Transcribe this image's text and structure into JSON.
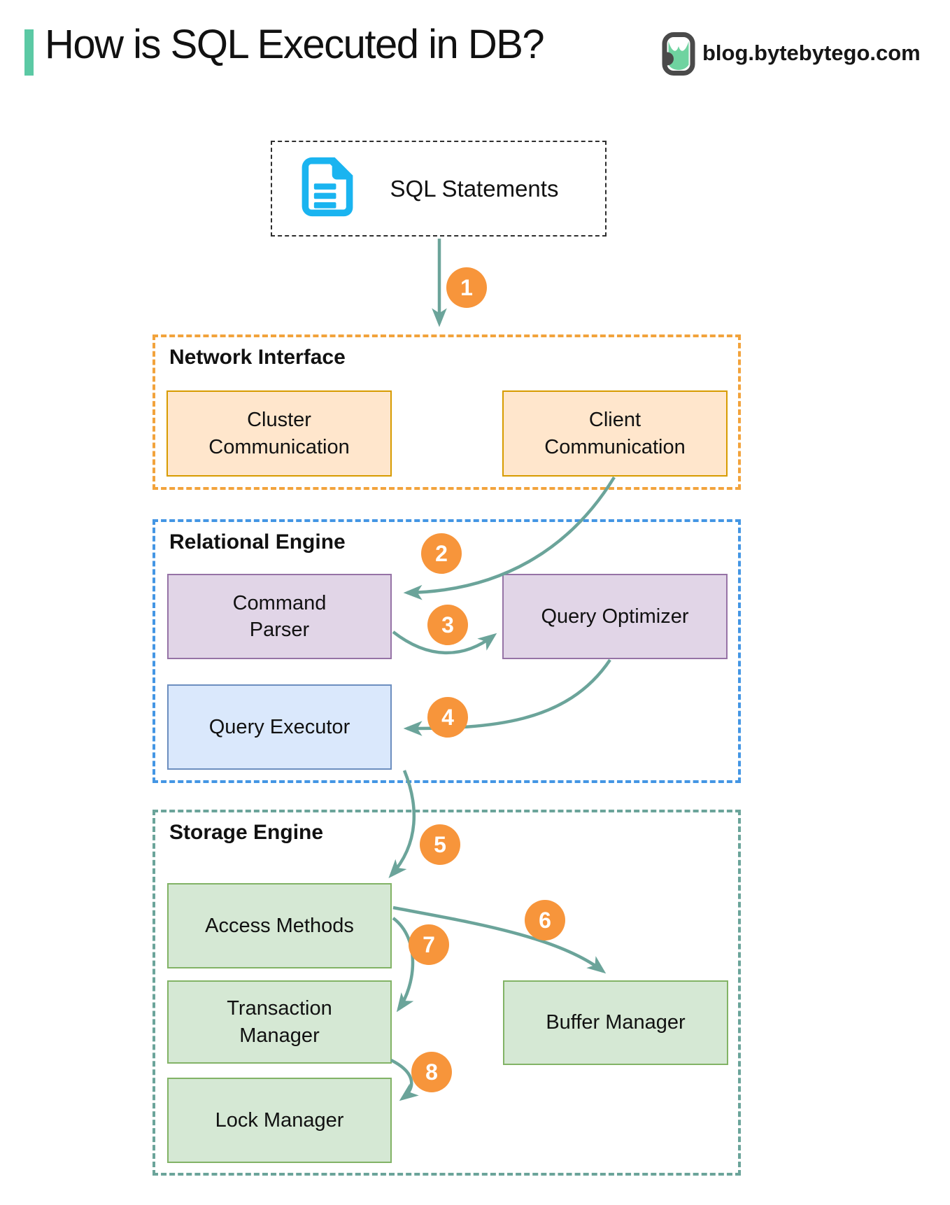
{
  "header": {
    "title": "How is SQL Executed in DB?",
    "site": "blog.bytebytego.com",
    "accent_color": "#5BC9A4",
    "logo_icon": "bytebytego-logo",
    "logo_colors": {
      "outline": "#4A4A4A",
      "fill": "#6FD3A0"
    }
  },
  "diagram": {
    "source": {
      "label": "SQL Statements",
      "icon": "document-icon",
      "icon_color": "#1AB4F0",
      "border_style": "black dashed"
    },
    "sections": {
      "network": {
        "title": "Network Interface",
        "border_color": "#F2A33C"
      },
      "relational": {
        "title": "Relational Engine",
        "border_color": "#4496E4"
      },
      "storage": {
        "title": "Storage Engine",
        "border_color": "#6BA49A"
      }
    },
    "nodes": {
      "cluster_comm": {
        "label": "Cluster Communication",
        "fill": "#FFE6CC",
        "border": "#D79B00",
        "section": "Network Interface"
      },
      "client_comm": {
        "label": "Client Communication",
        "fill": "#FFE6CC",
        "border": "#D79B00",
        "section": "Network Interface"
      },
      "command_parser": {
        "label": "Command Parser",
        "fill": "#E1D5E7",
        "border": "#9673A6",
        "section": "Relational Engine"
      },
      "query_optimizer": {
        "label": "Query Optimizer",
        "fill": "#E1D5E7",
        "border": "#9673A6",
        "section": "Relational Engine"
      },
      "query_executor": {
        "label": "Query Executor",
        "fill": "#DAE8FC",
        "border": "#6C8EBF",
        "section": "Relational Engine"
      },
      "access_methods": {
        "label": "Access Methods",
        "fill": "#D5E8D4",
        "border": "#82B366",
        "section": "Storage Engine"
      },
      "transaction_manager": {
        "label": "Transaction Manager",
        "fill": "#D5E8D4",
        "border": "#82B366",
        "section": "Storage Engine"
      },
      "lock_manager": {
        "label": "Lock Manager",
        "fill": "#D5E8D4",
        "border": "#82B366",
        "section": "Storage Engine"
      },
      "buffer_manager": {
        "label": "Buffer Manager",
        "fill": "#D5E8D4",
        "border": "#82B366",
        "section": "Storage Engine"
      }
    },
    "flow": {
      "badge_color": "#F7953B",
      "arrow_color": "#6BA49A",
      "steps": [
        {
          "label": "1",
          "from": "SQL Statements",
          "to": "Network Interface"
        },
        {
          "label": "2",
          "from": "Client Communication",
          "to": "Command Parser"
        },
        {
          "label": "3",
          "from": "Command Parser",
          "to": "Query Optimizer"
        },
        {
          "label": "4",
          "from": "Query Optimizer",
          "to": "Query Executor"
        },
        {
          "label": "5",
          "from": "Query Executor",
          "to": "Access Methods"
        },
        {
          "label": "6",
          "from": "Access Methods",
          "to": "Buffer Manager"
        },
        {
          "label": "7",
          "from": "Access Methods",
          "to": "Transaction Manager"
        },
        {
          "label": "8",
          "from": "Transaction Manager",
          "to": "Lock Manager"
        }
      ]
    }
  }
}
